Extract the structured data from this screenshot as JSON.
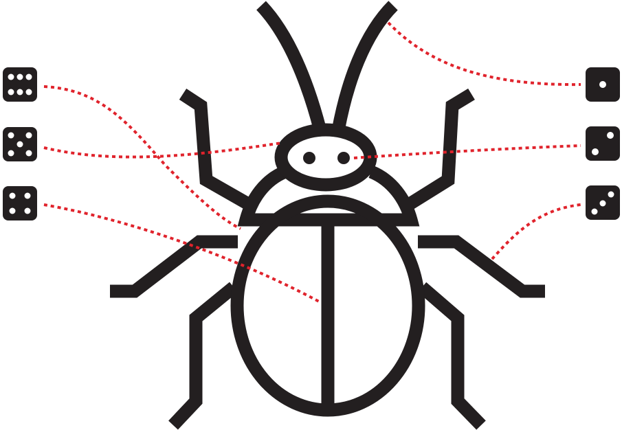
{
  "diagram": {
    "subject": "beetle",
    "colors": {
      "ink": "#231f20",
      "connector": "#e0232c",
      "pip": "#ffffff",
      "background": "#ffffff"
    },
    "dice": [
      {
        "id": "die-six",
        "side": "left",
        "value": 6,
        "points_to": "mid-left-leg"
      },
      {
        "id": "die-five",
        "side": "left",
        "value": 5,
        "points_to": "head"
      },
      {
        "id": "die-four",
        "side": "left",
        "value": 4,
        "points_to": "body"
      },
      {
        "id": "die-one",
        "side": "right",
        "value": 1,
        "points_to": "antenna"
      },
      {
        "id": "die-two",
        "side": "right",
        "value": 2,
        "points_to": "eye"
      },
      {
        "id": "die-three",
        "side": "right",
        "value": 3,
        "points_to": "mid-right-leg"
      }
    ]
  }
}
